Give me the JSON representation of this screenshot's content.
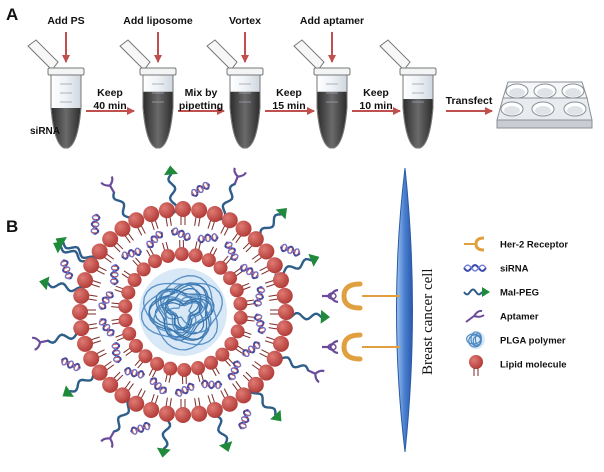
{
  "panel_a": {
    "label": "A",
    "tube_label": "siRNA",
    "top_labels": [
      "Add PS",
      "Add liposome",
      "Vortex",
      "Add aptamer"
    ],
    "arrow_labels": [
      [
        "Keep",
        "40 min"
      ],
      [
        "Mix by",
        "pipetting"
      ],
      [
        "Keep",
        "15 min"
      ],
      [
        "Keep",
        "10 min"
      ],
      [
        "Transfect"
      ]
    ]
  },
  "panel_b": {
    "label": "B",
    "cell_label": "Breast cancer cell",
    "legend": [
      {
        "label": "Her-2 Receptor",
        "icon": "receptor-icon"
      },
      {
        "label": "siRNA",
        "icon": "sirna-icon"
      },
      {
        "label": "Mal-PEG",
        "icon": "mal-peg-icon"
      },
      {
        "label": "Aptamer",
        "icon": "aptamer-icon"
      },
      {
        "label": "PLGA polymer",
        "icon": "plga-icon"
      },
      {
        "label": "Lipid molecule",
        "icon": "lipid-icon"
      }
    ]
  },
  "colors": {
    "arrow": "#c0504d",
    "lipid_head": "#c0504d",
    "lipid_tail": "#7a2a2a",
    "peg": "#2e5e8a",
    "peg_tip": "#1e8a3a",
    "aptamer": "#6a4a9a",
    "receptor": "#e0a040",
    "sirna": "#3a4aa8",
    "plga": "#4a86c0",
    "cell": "#4a7fd0",
    "tube_liquid": "#555555"
  }
}
